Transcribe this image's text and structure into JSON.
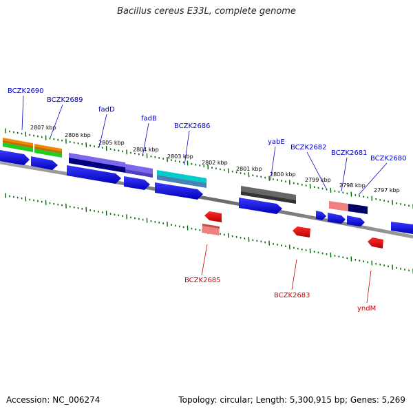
{
  "title": "Bacillus cereus E33L, complete genome",
  "accession_text": "Accession: NC_006274",
  "summary_text": "Topology: circular; Length: 5,300,915 bp; Genes: 5,269",
  "colors": {
    "forward_label": "#0000cc",
    "reverse_label": "#cc0000",
    "cds_blue": "#0000ee",
    "cds_red": "#ee0000",
    "backbone": "#808080",
    "tick_green": "#006400"
  },
  "ruler_ticks": [
    "2807 kbp",
    "2806 kbp",
    "2805 kbp",
    "2804 kbp",
    "2803 kbp",
    "2802 kbp",
    "2801 kbp",
    "2800 kbp",
    "2799 kbp",
    "2798 kbp",
    "2797 kbp"
  ],
  "forward_genes": [
    "BCZK2690",
    "BCZK2689",
    "fadD",
    "fadB",
    "BCZK2686",
    "yabE",
    "BCZK2682",
    "BCZK2681",
    "BCZK2680"
  ],
  "reverse_genes": [
    "BCZK2685",
    "BCZK2683",
    "yndM"
  ]
}
